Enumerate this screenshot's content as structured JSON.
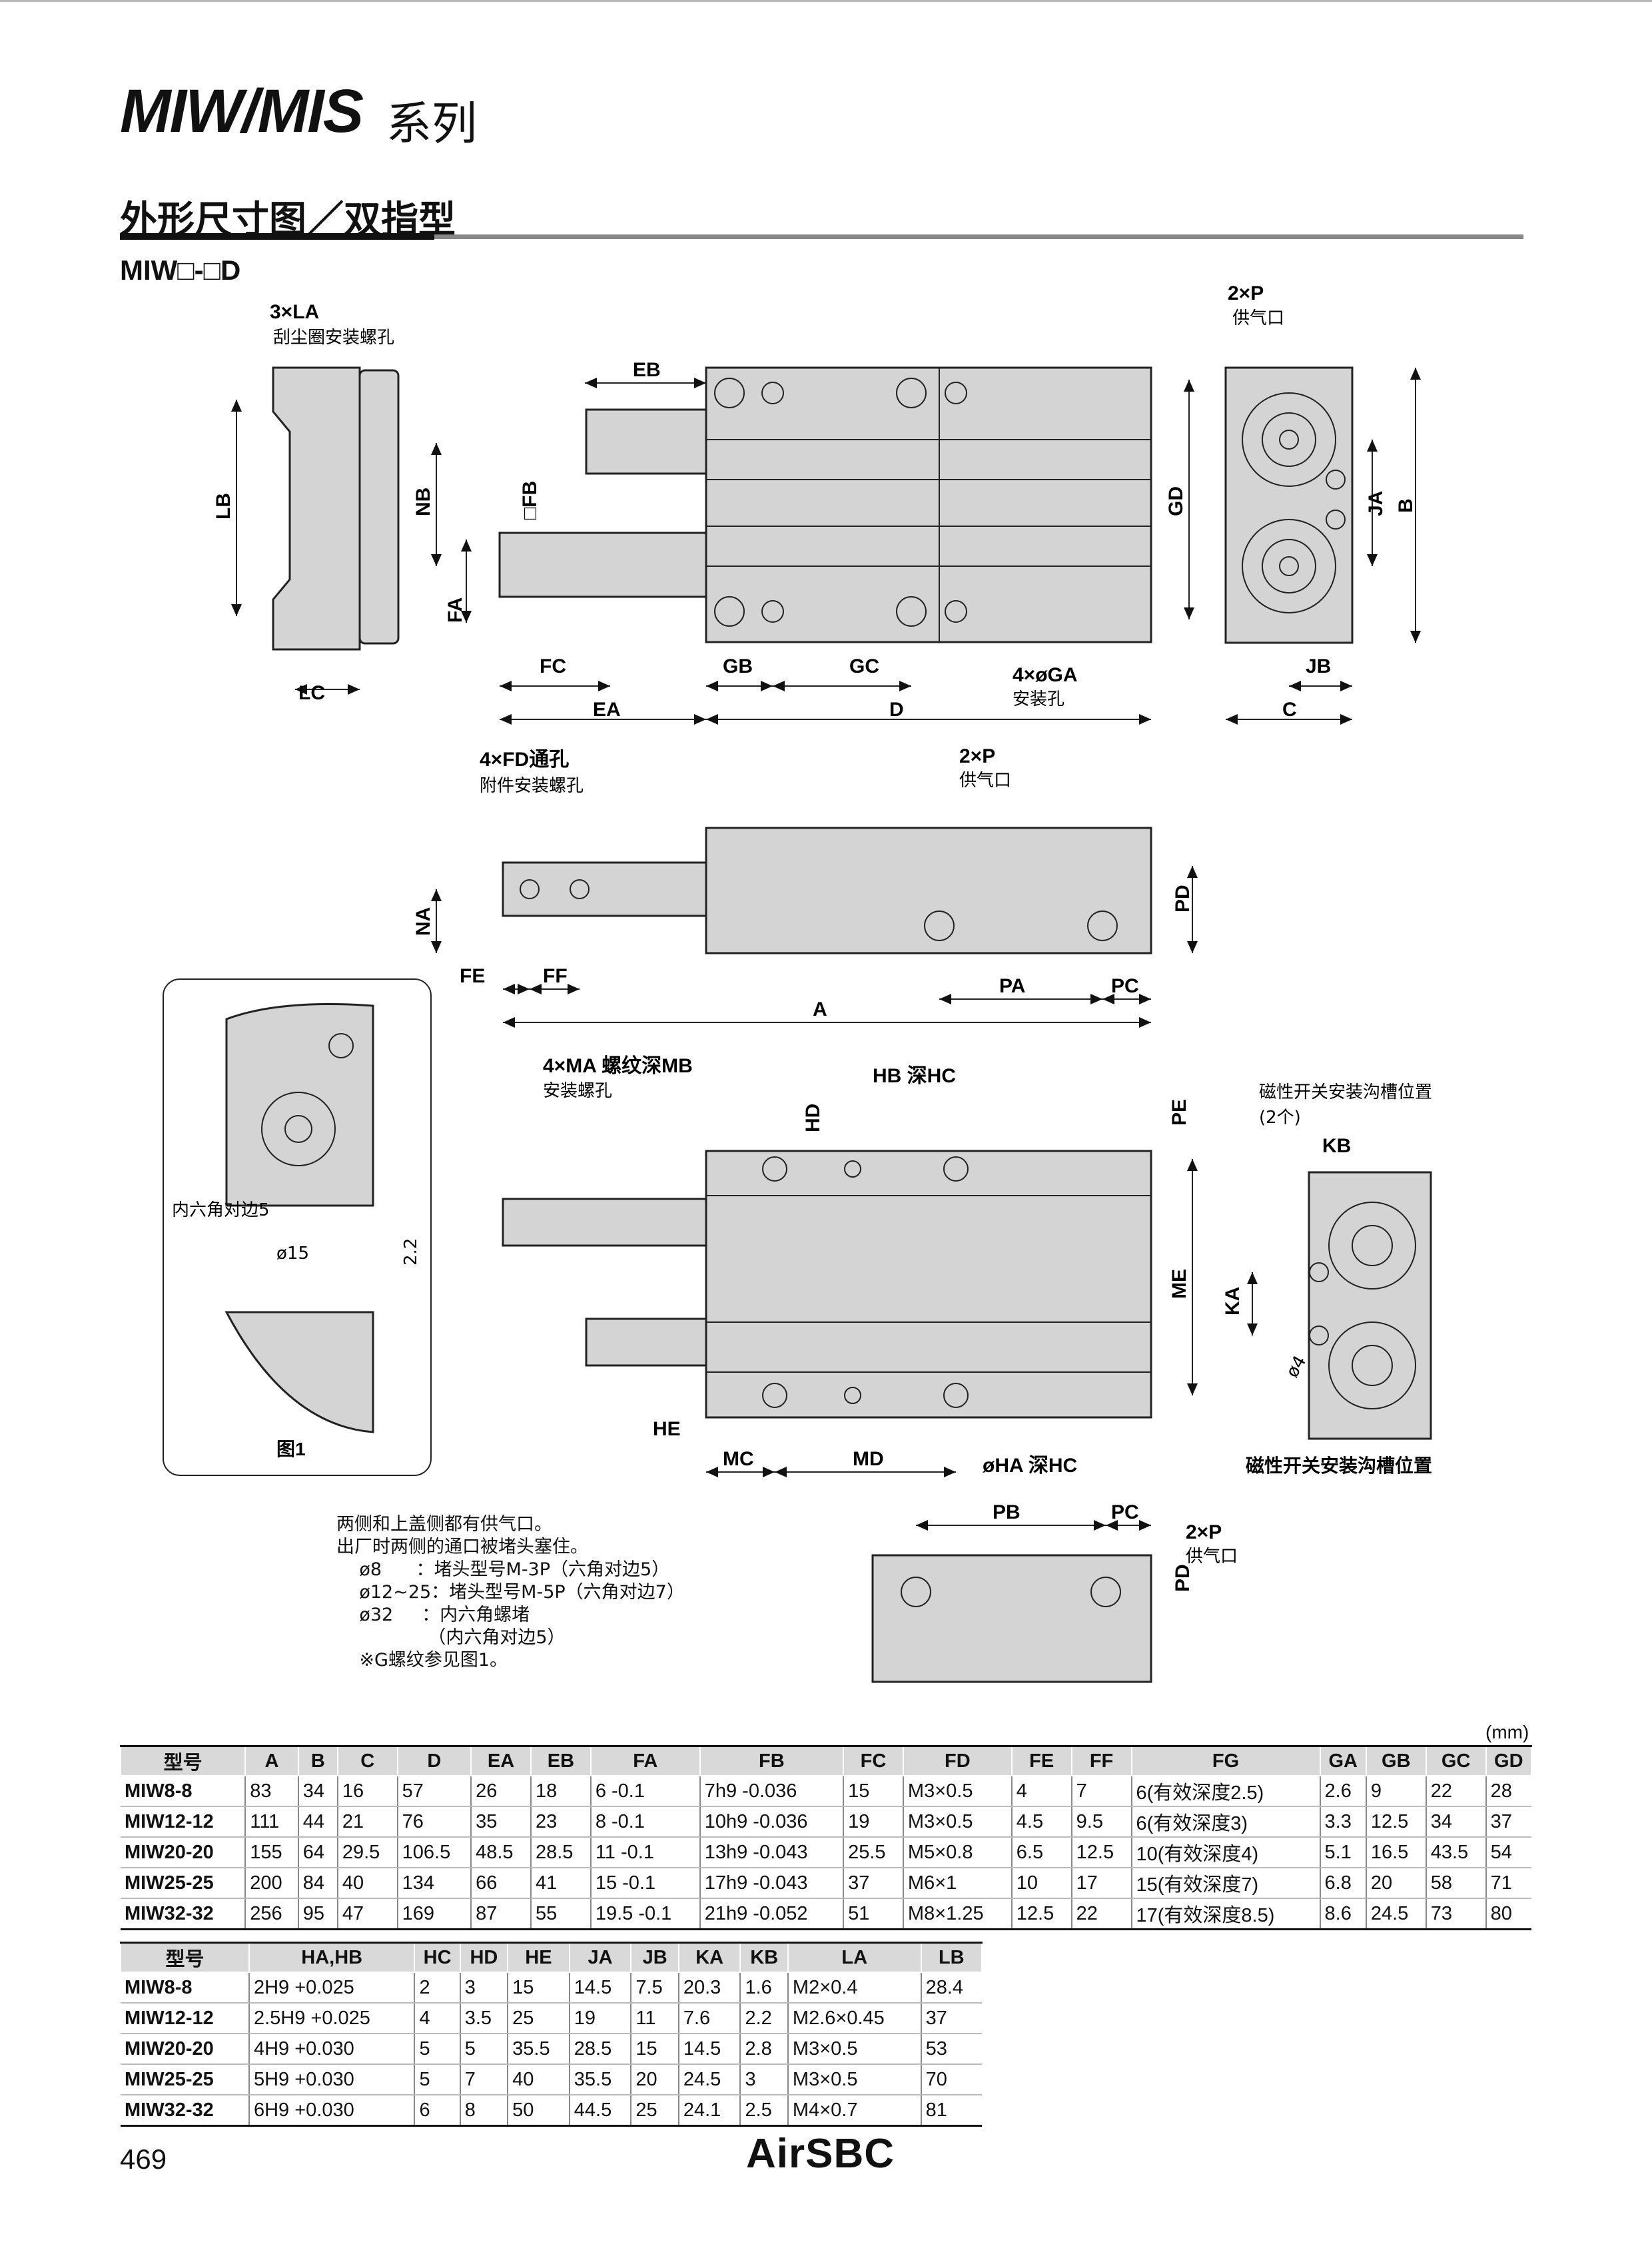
{
  "header": {
    "series": "MIW/MIS",
    "series_cn": "系列"
  },
  "section": {
    "title": "外形尺寸图／双指型",
    "model": "MIW□-□D"
  },
  "drawing": {
    "la_label": "3×LA",
    "la_desc": "刮尘圈安装螺孔",
    "p_label": "2×P",
    "p_desc": "供气口",
    "ga_label": "4×øGA",
    "ga_desc": "安装孔",
    "fd_label": "4×FD通孔",
    "fd_desc": "附件安装螺孔",
    "ma_label": "4×MA 螺纹深MB",
    "ma_desc": "安装螺孔",
    "hb_label": "HB 深HC",
    "ha_label": "øHA 深HC",
    "switch_title": "磁性开关安装沟槽位置",
    "switch_count": "(2个)",
    "switch_caption": "磁性开关安装沟槽位置",
    "hex_label": "内六角对边5",
    "d15": "ø15",
    "d22": "2.2",
    "fig1": "图1",
    "phi4": "ø4",
    "dims": {
      "LB": "LB",
      "LC": "LC",
      "NB": "NB",
      "FB": "□FB",
      "FA": "FA",
      "EB": "EB",
      "FC": "FC",
      "EA": "EA",
      "GB": "GB",
      "GC": "GC",
      "D": "D",
      "GD": "GD",
      "JA": "JA",
      "B": "B",
      "JB": "JB",
      "C": "C",
      "NA": "NA",
      "FE": "FE",
      "FF": "FF",
      "A": "A",
      "PA": "PA",
      "PC": "PC",
      "PD": "PD",
      "HD": "HD",
      "PE": "PE",
      "ME": "ME",
      "HE": "HE",
      "MC": "MC",
      "MD": "MD",
      "KB": "KB",
      "KA": "KA",
      "PB": "PB"
    }
  },
  "notes": [
    "两侧和上盖侧都有供气口。",
    "出厂时两侧的通口被堵头塞住。",
    "    ø8      ：堵头型号M-3P（六角对边5）",
    "    ø12~25：堵头型号M-5P（六角对边7）",
    "    ø32     ：内六角螺堵",
    "                （内六角对边5）",
    "    ※G螺纹参见图1。"
  ],
  "unit": "(mm)",
  "table1": {
    "headers": [
      "型号",
      "A",
      "B",
      "C",
      "D",
      "EA",
      "EB",
      "FA",
      "FB",
      "FC",
      "FD",
      "FE",
      "FF",
      "FG",
      "GA",
      "GB",
      "GC",
      "GD"
    ],
    "rows": [
      [
        "MIW8-8",
        "83",
        "34",
        "16",
        "57",
        "26",
        "18",
        "6 -0.1",
        "7h9 -0.036",
        "15",
        "M3×0.5",
        "4",
        "7",
        "6(有效深度2.5)",
        "2.6",
        "9",
        "22",
        "28"
      ],
      [
        "MIW12-12",
        "111",
        "44",
        "21",
        "76",
        "35",
        "23",
        "8 -0.1",
        "10h9 -0.036",
        "19",
        "M3×0.5",
        "4.5",
        "9.5",
        "6(有效深度3)",
        "3.3",
        "12.5",
        "34",
        "37"
      ],
      [
        "MIW20-20",
        "155",
        "64",
        "29.5",
        "106.5",
        "48.5",
        "28.5",
        "11 -0.1",
        "13h9 -0.043",
        "25.5",
        "M5×0.8",
        "6.5",
        "12.5",
        "10(有效深度4)",
        "5.1",
        "16.5",
        "43.5",
        "54"
      ],
      [
        "MIW25-25",
        "200",
        "84",
        "40",
        "134",
        "66",
        "41",
        "15 -0.1",
        "17h9 -0.043",
        "37",
        "M6×1",
        "10",
        "17",
        "15(有效深度7)",
        "6.8",
        "20",
        "58",
        "71"
      ],
      [
        "MIW32-32",
        "256",
        "95",
        "47",
        "169",
        "87",
        "55",
        "19.5 -0.1",
        "21h9 -0.052",
        "51",
        "M8×1.25",
        "12.5",
        "22",
        "17(有效深度8.5)",
        "8.6",
        "24.5",
        "73",
        "80"
      ]
    ]
  },
  "table2": {
    "headers": [
      "型号",
      "HA,HB",
      "HC",
      "HD",
      "HE",
      "JA",
      "JB",
      "KA",
      "KB",
      "LA",
      "LB"
    ],
    "rows": [
      [
        "MIW8-8",
        "2H9 +0.025",
        "2",
        "3",
        "15",
        "14.5",
        "7.5",
        "20.3",
        "1.6",
        "M2×0.4",
        "28.4"
      ],
      [
        "MIW12-12",
        "2.5H9 +0.025",
        "4",
        "3.5",
        "25",
        "19",
        "11",
        "7.6",
        "2.2",
        "M2.6×0.45",
        "37"
      ],
      [
        "MIW20-20",
        "4H9 +0.030",
        "5",
        "5",
        "35.5",
        "28.5",
        "15",
        "14.5",
        "2.8",
        "M3×0.5",
        "53"
      ],
      [
        "MIW25-25",
        "5H9 +0.030",
        "5",
        "7",
        "40",
        "35.5",
        "20",
        "24.5",
        "3",
        "M3×0.5",
        "70"
      ],
      [
        "MIW32-32",
        "6H9 +0.030",
        "6",
        "8",
        "50",
        "44.5",
        "25",
        "24.1",
        "2.5",
        "M4×0.7",
        "81"
      ]
    ]
  },
  "footer": {
    "page": "469",
    "brand": "AirSBC"
  }
}
